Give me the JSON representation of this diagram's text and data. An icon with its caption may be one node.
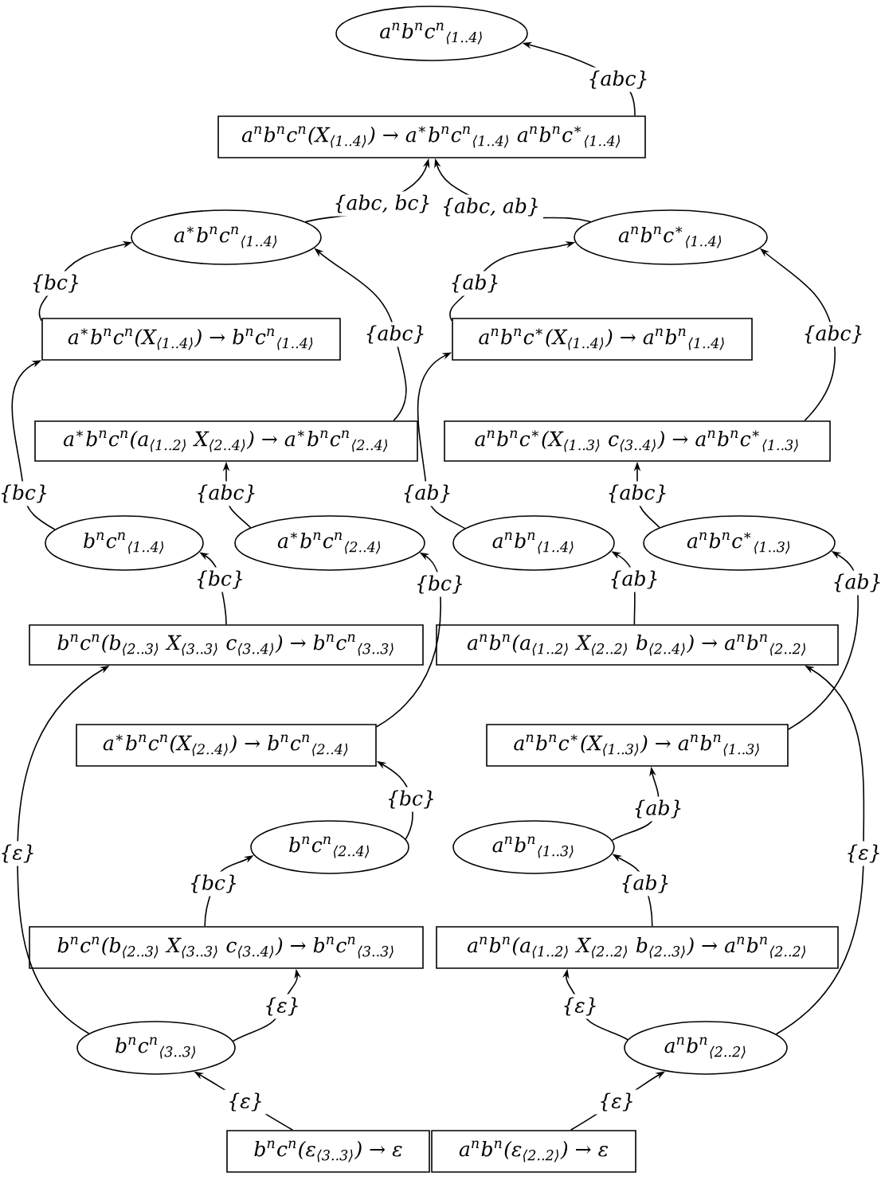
{
  "diagram": {
    "nodes": [
      {
        "text": [
          "a$^{n}$b$^{n}$c$^{n}$$_{⟨1..4⟩}$"
        ]
      },
      {
        "text": [
          "a$^{n}$b$^{n}$c$^{n}$(X$_{⟨1..4⟩}$) → a$^{∗}$b$^{n}$c$^{n}$$_{⟨1..4⟩}$ a$^{n}$b$^{n}$c$^{∗}$$_{⟨1..4⟩}$"
        ]
      },
      {
        "text": [
          "a$^{∗}$b$^{n}$c$^{n}$$_{⟨1..4⟩}$"
        ]
      },
      {
        "text": [
          "a$^{n}$b$^{n}$c$^{∗}$$_{⟨1..4⟩}$"
        ]
      },
      {
        "text": [
          "a$^{∗}$b$^{n}$c$^{n}$(X$_{⟨1..4⟩}$) → b$^{n}$c$^{n}$$_{⟨1..4⟩}$"
        ]
      },
      {
        "text": [
          "a$^{n}$b$^{n}$c$^{∗}$(X$_{⟨1..4⟩}$) → a$^{n}$b$^{n}$$_{⟨1..4⟩}$"
        ]
      },
      {
        "text": [
          "a$^{∗}$b$^{n}$c$^{n}$(a$_{⟨1..2⟩}$ X$_{⟨2..4⟩}$) → a$^{∗}$b$^{n}$c$^{n}$$_{⟨2..4⟩}$"
        ]
      },
      {
        "text": [
          "a$^{n}$b$^{n}$c$^{∗}$(X$_{⟨1..3⟩}$ c$_{⟨3..4⟩}$) → a$^{n}$b$^{n}$c$^{∗}$$_{⟨1..3⟩}$"
        ]
      },
      {
        "text": [
          "b$^{n}$c$^{n}$$_{⟨1..4⟩}$"
        ]
      },
      {
        "text": [
          "a$^{∗}$b$^{n}$c$^{n}$$_{⟨2..4⟩}$"
        ]
      },
      {
        "text": [
          "a$^{n}$b$^{n}$$_{⟨1..4⟩}$"
        ]
      },
      {
        "text": [
          "a$^{n}$b$^{n}$c$^{∗}$$_{⟨1..3⟩}$"
        ]
      },
      {
        "text": [
          "b$^{n}$c$^{n}$(b$_{⟨2..3⟩}$ X$_{⟨3..3⟩}$ c$_{⟨3..4⟩}$) → b$^{n}$c$^{n}$$_{⟨3..3⟩}$"
        ]
      },
      {
        "text": [
          "a$^{n}$b$^{n}$(a$_{⟨1..2⟩}$ X$_{⟨2..2⟩}$ b$_{⟨2..4⟩}$) → a$^{n}$b$^{n}$$_{⟨2..2⟩}$"
        ]
      },
      {
        "text": [
          "a$^{∗}$b$^{n}$c$^{n}$(X$_{⟨2..4⟩}$) → b$^{n}$c$^{n}$$_{⟨2..4⟩}$"
        ]
      },
      {
        "text": [
          "a$^{n}$b$^{n}$c$^{∗}$(X$_{⟨1..3⟩}$) → a$^{n}$b$^{n}$$_{⟨1..3⟩}$"
        ]
      },
      {
        "text": [
          "b$^{n}$c$^{n}$$_{⟨2..4⟩}$"
        ]
      },
      {
        "text": [
          "a$^{n}$b$^{n}$$_{⟨1..3⟩}$"
        ]
      },
      {
        "text": [
          "b$^{n}$c$^{n}$(b$_{⟨2..3⟩}$ X$_{⟨3..3⟩}$ c$_{⟨3..4⟩}$) → b$^{n}$c$^{n}$$_{⟨3..3⟩}$"
        ]
      },
      {
        "text": [
          "a$^{n}$b$^{n}$(a$_{⟨1..2⟩}$ X$_{⟨2..2⟩}$ b$_{⟨2..3⟩}$) → a$^{n}$b$^{n}$$_{⟨2..2⟩}$"
        ]
      },
      {
        "text": [
          "b$^{n}$c$^{n}$$_{⟨3..3⟩}$"
        ]
      },
      {
        "text": [
          "a$^{n}$b$^{n}$$_{⟨2..2⟩}$"
        ]
      },
      {
        "text": [
          "b$^{n}$c$^{n}$(ε$_{⟨3..3⟩}$) → ε"
        ]
      },
      {
        "text": [
          "a$^{n}$b$^{n}$(ε$_{⟨2..2⟩}$) → ε"
        ]
      }
    ],
    "edges": [
      {
        "from": 1,
        "to": 0,
        "arrow": "to",
        "label": "{abc}"
      },
      {
        "from": 2,
        "to": 1,
        "arrow": "to",
        "label": "{abc, bc}"
      },
      {
        "from": 3,
        "to": 1,
        "arrow": "to",
        "label": "{abc, ab}"
      },
      {
        "from": 4,
        "to": 2,
        "arrow": "to",
        "label": "{bc}"
      },
      {
        "from": 6,
        "to": 2,
        "arrow": "to",
        "label": "{abc}"
      },
      {
        "from": 5,
        "to": 3,
        "arrow": "to",
        "label": "{ab}"
      },
      {
        "from": 7,
        "to": 3,
        "arrow": "to",
        "label": "{abc}"
      },
      {
        "from": 8,
        "to": 4,
        "arrow": "to",
        "label": "{bc}"
      },
      {
        "from": 9,
        "to": 6,
        "arrow": "to",
        "label": "{abc}"
      },
      {
        "from": 10,
        "to": 5,
        "arrow": "to",
        "label": "{ab}"
      },
      {
        "from": 11,
        "to": 7,
        "arrow": "to",
        "label": "{abc}"
      },
      {
        "from": 12,
        "to": 8,
        "arrow": "to",
        "label": "{bc}"
      },
      {
        "from": 14,
        "to": 9,
        "arrow": "to",
        "label": "{bc}"
      },
      {
        "from": 13,
        "to": 10,
        "arrow": "to",
        "label": "{ab}"
      },
      {
        "from": 15,
        "to": 11,
        "arrow": "to",
        "label": "{ab}"
      },
      {
        "from": 16,
        "to": 14,
        "arrow": "to",
        "label": "{bc}"
      },
      {
        "from": 17,
        "to": 15,
        "arrow": "to",
        "label": "{ab}"
      },
      {
        "from": 18,
        "to": 16,
        "arrow": "to",
        "label": "{bc}"
      },
      {
        "from": 19,
        "to": 17,
        "arrow": "to",
        "label": "{ab}"
      },
      {
        "from": 20,
        "to": 12,
        "arrow": "to",
        "label": "{ε}"
      },
      {
        "from": 21,
        "to": 13,
        "arrow": "to",
        "label": "{ε}"
      },
      {
        "from": 20,
        "to": 18,
        "arrow": "to",
        "label": "{ε}"
      },
      {
        "from": 21,
        "to": 19,
        "arrow": "to",
        "label": "{ε}"
      },
      {
        "from": 22,
        "to": 20,
        "arrow": "to",
        "label": "{ε}"
      },
      {
        "from": 23,
        "to": 21,
        "arrow": "to",
        "label": "{ε}"
      }
    ]
  }
}
